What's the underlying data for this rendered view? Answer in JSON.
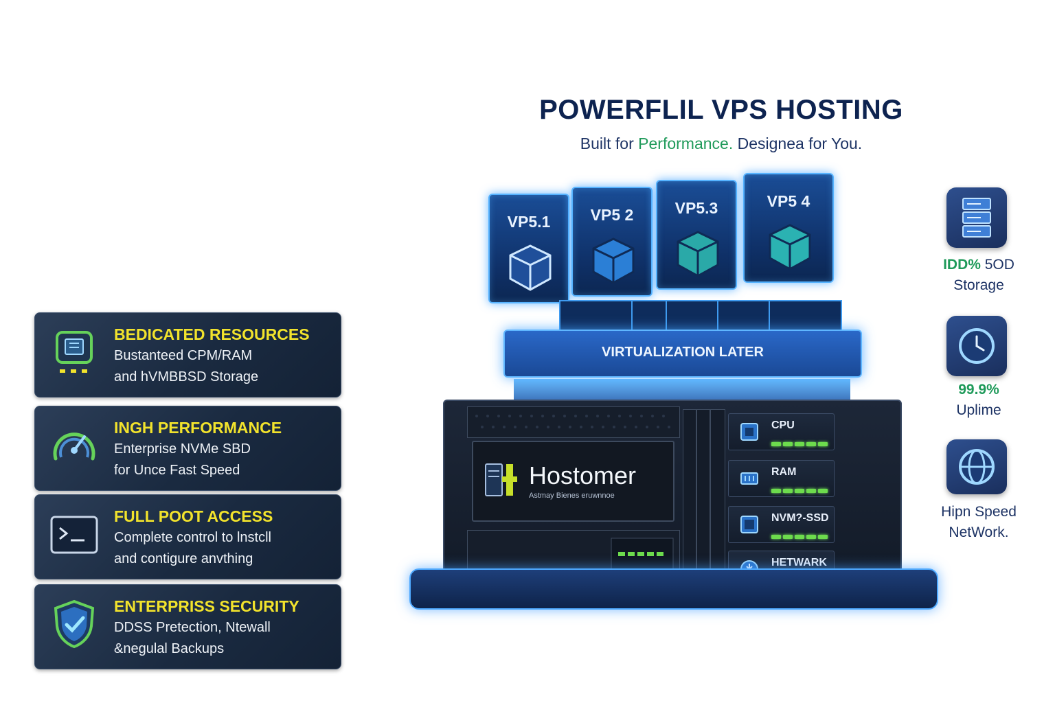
{
  "header": {
    "title": "POWERFLIL VPS HOSTING",
    "subtitle_pre": "Built for ",
    "subtitle_accent": "Performance.",
    "subtitle_post": " Designea for You."
  },
  "features": [
    {
      "icon": "cpu-chip-icon",
      "title": "BEDICATED RESOURCES",
      "line1": "Bustanteed CPM/RAM",
      "line2": "and hVMBBSD Storage"
    },
    {
      "icon": "speedometer-icon",
      "title": "INGH PERFORMANCE",
      "line1": "Enterprise NVMe SBD",
      "line2": "for Unce Fast Speed"
    },
    {
      "icon": "terminal-icon",
      "title": "FULL POOT ACCESS",
      "line1": "Complete control to lnstcll",
      "line2": "and contigure anvthing"
    },
    {
      "icon": "shield-check-icon",
      "title": "ENTERPRISS SECURITY",
      "line1": "DDSS Pretection, Ntewall",
      "line2": "&negulal Backups"
    }
  ],
  "stats": [
    {
      "icon": "server-stack-icon",
      "accent": "IDD%",
      "line1_rest": " 5OD",
      "line2": "Storage"
    },
    {
      "icon": "clock-icon",
      "accent": "99.9%",
      "line1_rest": "",
      "line2": "Uplime"
    },
    {
      "icon": "globe-icon",
      "accent": "",
      "line1_rest": "Hipn Speed",
      "line2": "NetWork."
    }
  ],
  "server": {
    "vps": [
      "VP5.1",
      "VP5 2",
      "VP5.3",
      "VP5 4"
    ],
    "virtualization_label": "VIRTUALIZATION LATER",
    "brand_name": "Hostomer",
    "brand_tagline": "Astmay Bienes eruwnnoe",
    "modules": [
      {
        "label": "CPU",
        "icon": "cpu-module-icon"
      },
      {
        "label": "RAM",
        "icon": "ram-module-icon"
      },
      {
        "label": "NVM?-SSD",
        "icon": "ssd-module-icon"
      },
      {
        "label": "HETWARK",
        "icon": "network-module-icon"
      }
    ]
  },
  "colors": {
    "navy": "#0d2350",
    "accent_green": "#1f9a5a",
    "feature_title_yellow": "#f2e32c",
    "glow_blue": "#56b3ff"
  }
}
